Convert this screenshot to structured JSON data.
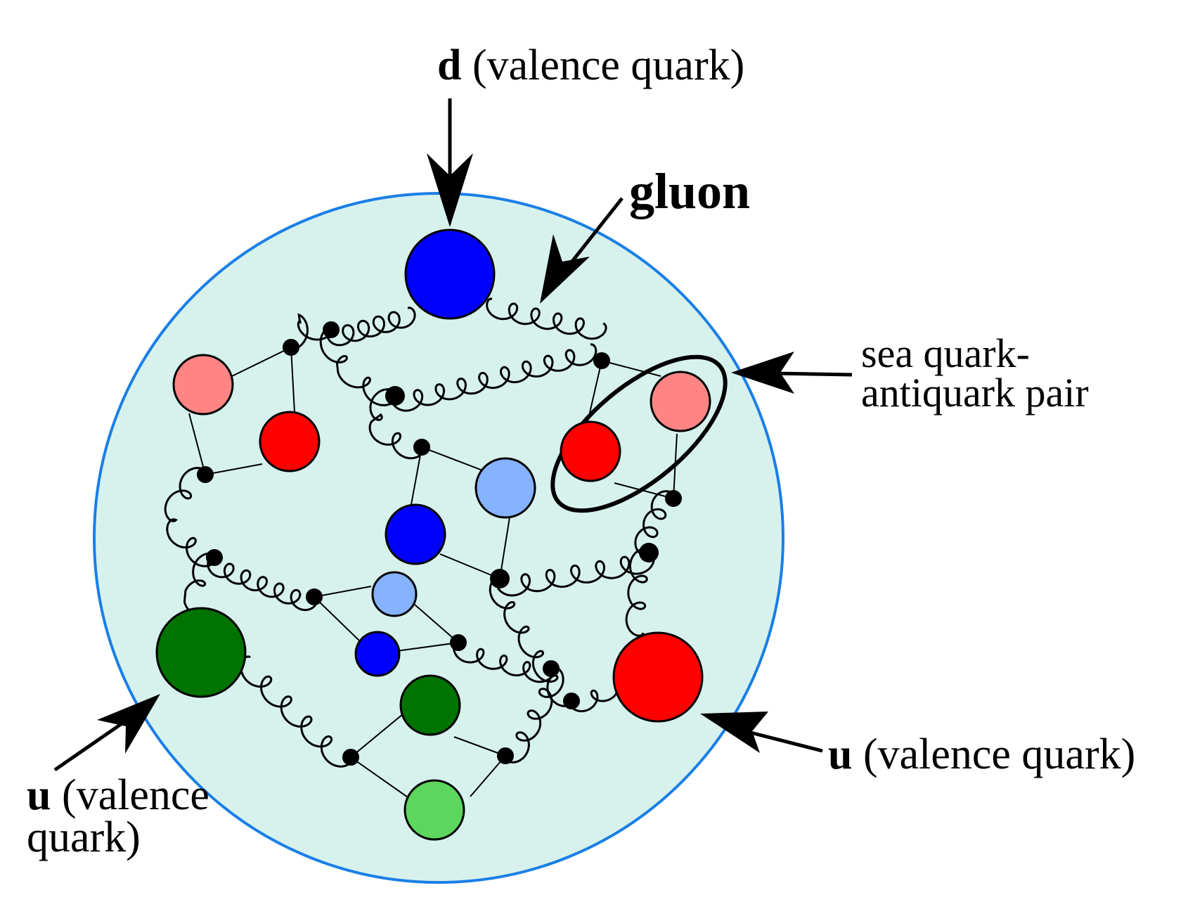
{
  "labels": {
    "d_top": {
      "bold": "d",
      "rest": "(valence quark)"
    },
    "gluon": "gluon",
    "sea_line1": "sea quark-",
    "sea_line2": "antiquark pair",
    "u_right": {
      "bold": "u",
      "rest": "(valence quark)"
    },
    "u_left_line1": {
      "bold": "u",
      "rest": "(valence"
    },
    "u_left_line2": "quark)"
  },
  "colors": {
    "proton_fill": "#d7f2ed",
    "proton_stroke": "#1a7fe6",
    "blue": "#0000ff",
    "light_blue": "#85b3ff",
    "red": "#ff0000",
    "pink": "#ff8585",
    "green": "#007300",
    "light_green": "#5cd65c"
  }
}
